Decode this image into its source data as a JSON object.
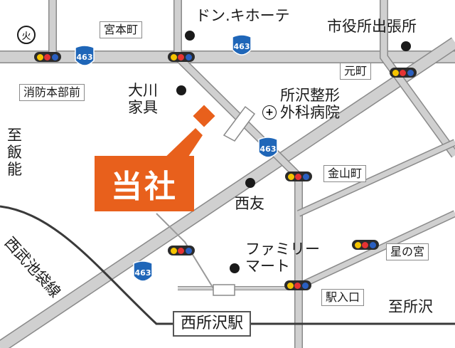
{
  "colors": {
    "road": "#c9c9c9",
    "road_edge": "#8a8a8a",
    "rail": "#4a4a4a",
    "company": "#e8601c",
    "shield": "#1f66b8",
    "light_yellow": "#f5c400",
    "light_red": "#e63333",
    "light_blue": "#2a5fc0"
  },
  "company": {
    "label": "当社"
  },
  "station": {
    "label": "西所沢駅"
  },
  "fire_station_mark": {
    "glyph": "火"
  },
  "hospital_mark": {
    "glyph": "+"
  },
  "route_number": "463",
  "landmarks": [
    {
      "id": "donki",
      "label": "ドン.キホーテ"
    },
    {
      "id": "city-office",
      "label": "市役所出張所"
    },
    {
      "id": "okawa",
      "label": [
        "大川",
        "家具"
      ]
    },
    {
      "id": "hospital",
      "label": [
        "所沢整形",
        "外科病院"
      ]
    },
    {
      "id": "nishitomo",
      "label": "西友"
    },
    {
      "id": "familymart",
      "label": [
        "ファミリー",
        "マート"
      ]
    }
  ],
  "intersections": [
    {
      "id": "miyamoto",
      "label": "宮本町"
    },
    {
      "id": "shoubou",
      "label": "消防本部前"
    },
    {
      "id": "motomachi",
      "label": "元町"
    },
    {
      "id": "kanayama",
      "label": "金山町"
    },
    {
      "id": "hoshinomiya",
      "label": "星の宮"
    },
    {
      "id": "ekiiriguchi",
      "label": "駅入口"
    }
  ],
  "directions": [
    {
      "id": "hanno",
      "label": "至飯能"
    },
    {
      "id": "tokorozawa",
      "label": "至所沢"
    }
  ],
  "rail_line": {
    "label": "西武池袋線"
  }
}
